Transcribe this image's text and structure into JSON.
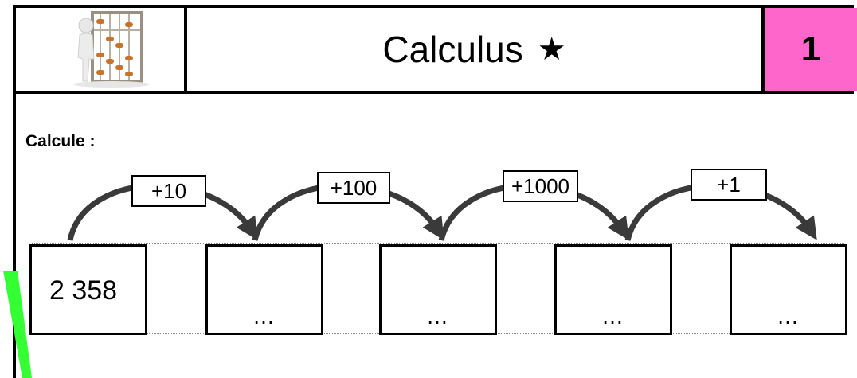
{
  "header": {
    "title": "Calculus",
    "star": "★",
    "number": "1"
  },
  "instruction": "Calcule :",
  "chain": {
    "start_value": "2 358",
    "placeholder": "…",
    "steps": [
      "+10",
      "+100",
      "+1000",
      "+1"
    ]
  }
}
